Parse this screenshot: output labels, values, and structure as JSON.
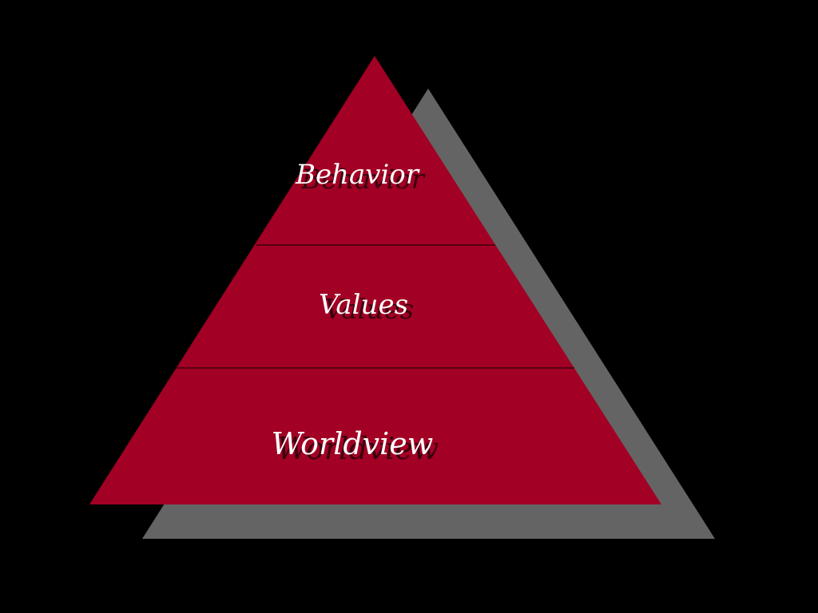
{
  "colors": {
    "background": "#000000",
    "pyramid_fill": "#a20024",
    "shadow_fill": "#646464",
    "divider_line": "#2a0008",
    "label_text": "#ffffff",
    "label_shadow": "#3a0010"
  },
  "pyramid": {
    "layers": [
      {
        "label": "Behavior"
      },
      {
        "label": "Values"
      },
      {
        "label": "Worldview"
      }
    ]
  }
}
